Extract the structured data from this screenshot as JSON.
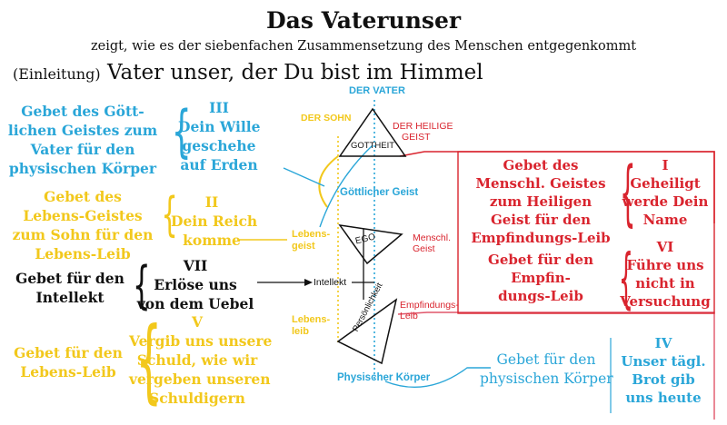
{
  "title": "Das Vaterunser",
  "subtitle": "zeigt, wie es der siebenfachen Zusammensetzung des Menschen entgegenkommt",
  "intro": {
    "label": "(Einleitung)",
    "text": "Vater unser, der Du bist im Himmel"
  },
  "colors": {
    "blue": "#2aa6d8",
    "yellow": "#f2c81c",
    "red": "#d9242e",
    "black": "#111111",
    "pink": "#e0566a"
  },
  "diagram": {
    "der_vater": "DER VATER",
    "der_sohn": "DER SOHN",
    "der_heilige_geist": [
      "DER HEILIGE",
      "GEIST"
    ],
    "gottheit": "GOTTHEIT",
    "goettlicher_geist": "Göttlicher Geist",
    "ego": "EGO",
    "menschl_geist": [
      "Menschl.",
      "Geist"
    ],
    "lebens_geist": [
      "Lebens-",
      "geist"
    ],
    "intellekt": "Intellekt",
    "empfindungs_leib": [
      "Empfindungs-",
      "Leib"
    ],
    "lebens_leib": [
      "Lebens-",
      "leib"
    ],
    "persoenlichkeit": "Persönlichkeit",
    "physischer_koerper": "Physischer Körper"
  },
  "left": {
    "goettlichen_geistes": [
      "Gebet des Gött-",
      "lichen Geistes zum",
      "Vater für den",
      "physischen Körper"
    ],
    "petition_3": {
      "numeral": "III",
      "lines": [
        "Dein Wille",
        "geschehe",
        "auf Erden"
      ]
    },
    "lebens_geistes": [
      "Gebet des",
      "Lebens-Geistes",
      "zum Sohn für den",
      "Lebens-Leib"
    ],
    "petition_2": {
      "numeral": "II",
      "lines": [
        "Dein Reich",
        "komme"
      ]
    },
    "intellekt": [
      "Gebet für den",
      "Intellekt"
    ],
    "petition_7": {
      "numeral": "VII",
      "lines": [
        "Erlöse uns",
        "von dem Uebel"
      ]
    },
    "lebens_leib": [
      "Gebet für den",
      "Lebens-Leib"
    ],
    "petition_5": {
      "numeral": "V",
      "lines": [
        "Vergib uns unsere",
        "Schuld, wie wir",
        "vergeben unseren",
        "Schuldigern"
      ]
    }
  },
  "right": {
    "menschl_geistes": [
      "Gebet des",
      "Menschl. Geistes",
      "zum Heiligen",
      "Geist für den",
      "Empfindungs-Leib"
    ],
    "petition_1": {
      "numeral": "I",
      "lines": [
        "Geheiligt",
        "werde Dein",
        "Name"
      ]
    },
    "empfindungs_leib": [
      "Gebet für den",
      "Empfin-",
      "dungs-Leib"
    ],
    "petition_6": {
      "numeral": "VI",
      "lines": [
        "Führe uns",
        "nicht in",
        "Versuchung"
      ]
    },
    "physischen_koerper": [
      "Gebet für den",
      "physischen Körper"
    ],
    "petition_4": {
      "numeral": "IV",
      "lines": [
        "Unser tägl.",
        "Brot gib",
        "uns heute"
      ]
    }
  }
}
